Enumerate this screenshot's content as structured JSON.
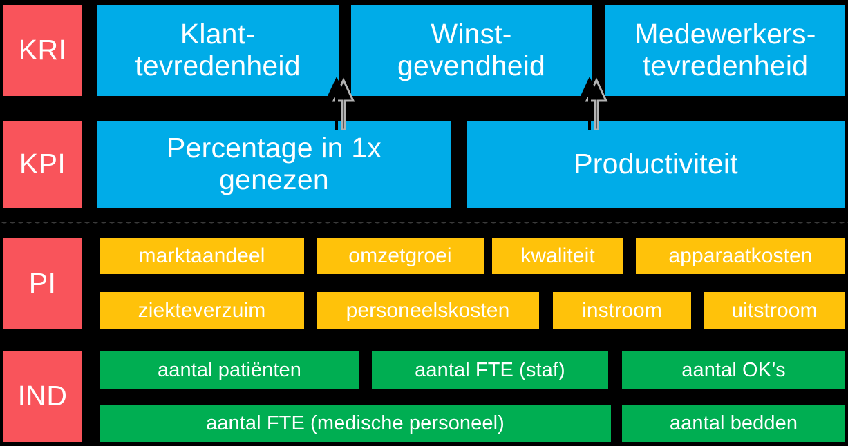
{
  "diagram": {
    "title": "KRI / KPI / PI / IND indicatorenpiramide",
    "colors": {
      "background": "#000000",
      "row_label": "#f9545b",
      "level_kri_kpi": "#00ace8",
      "level_pi": "#ffc20a",
      "level_ind": "#00ae52",
      "text": "#ffffff",
      "separator": "#3a3a3a",
      "arrow_fill": "#000000",
      "arrow_shadow": "#b3b3b3"
    },
    "rows": [
      {
        "key": "kri",
        "label": "KRI",
        "cards": [
          {
            "text": "Klant-\ntevredenheid"
          },
          {
            "text": "Winst-\ngevendheid"
          },
          {
            "text": "Medewerkers-\ntevredenheid"
          }
        ]
      },
      {
        "key": "kpi",
        "label": "KPI",
        "cards": [
          {
            "text": "Percentage in 1x\ngenezen"
          },
          {
            "text": "Productiviteit"
          }
        ]
      },
      {
        "key": "pi",
        "label": "PI",
        "cards_row1": [
          {
            "text": "marktaandeel"
          },
          {
            "text": "omzetgroei"
          },
          {
            "text": "kwaliteit"
          },
          {
            "text": "apparaatkosten"
          }
        ],
        "cards_row2": [
          {
            "text": "ziekteverzuim"
          },
          {
            "text": "personeelskosten"
          },
          {
            "text": "instroom"
          },
          {
            "text": "uitstroom"
          }
        ]
      },
      {
        "key": "ind",
        "label": "IND",
        "cards_row1": [
          {
            "text": "aantal patiënten"
          },
          {
            "text": "aantal FTE (staf)"
          },
          {
            "text": "aantal OK’s"
          }
        ],
        "cards_row2": [
          {
            "text": "aantal FTE (medische personeel)"
          },
          {
            "text": "aantal bedden"
          }
        ]
      }
    ],
    "arrows": [
      {
        "name": "arrow-kpi-to-kri-left",
        "from": "Percentage in 1x genezen",
        "to": "Klant-tevredenheid",
        "direction": "up"
      },
      {
        "name": "arrow-kpi-to-kri-right",
        "from": "Productiviteit",
        "to": "Winst-gevendheid",
        "direction": "up"
      }
    ]
  }
}
